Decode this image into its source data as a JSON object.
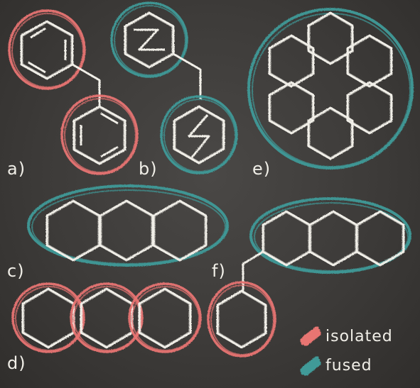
{
  "labels": {
    "a": "a)",
    "b": "b)",
    "c": "c)",
    "d": "d)",
    "e": "e)",
    "f": "f)"
  },
  "legend": {
    "isolated": "isolated",
    "fused": "fused"
  },
  "colors": {
    "chalk": "#f1efe8",
    "isolated": "#e87472",
    "fused": "#3f9a98",
    "board": "#3d3b39"
  }
}
